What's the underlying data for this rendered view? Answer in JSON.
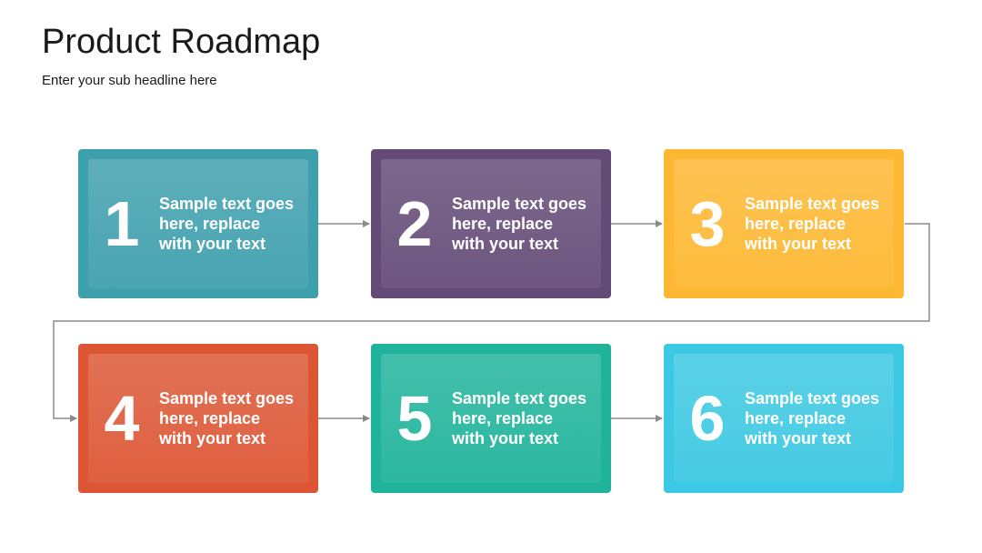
{
  "header": {
    "title": "Product Roadmap",
    "subtitle": "Enter your sub headline here"
  },
  "steps": [
    {
      "number": "1",
      "text": "Sample text goes here, replace with your text",
      "color": "#3e9fad"
    },
    {
      "number": "2",
      "text": "Sample text goes here, replace with your text",
      "color": "#644b77"
    },
    {
      "number": "3",
      "text": "Sample text goes here, replace with your text",
      "color": "#fdb730"
    },
    {
      "number": "4",
      "text": "Sample text goes here, replace with your text",
      "color": "#dc5634"
    },
    {
      "number": "5",
      "text": "Sample text goes here, replace with your text",
      "color": "#1fb39b"
    },
    {
      "number": "6",
      "text": "Sample text goes here, replace with your text",
      "color": "#3bc8e2"
    }
  ],
  "connector_color": "#8a8a8a"
}
